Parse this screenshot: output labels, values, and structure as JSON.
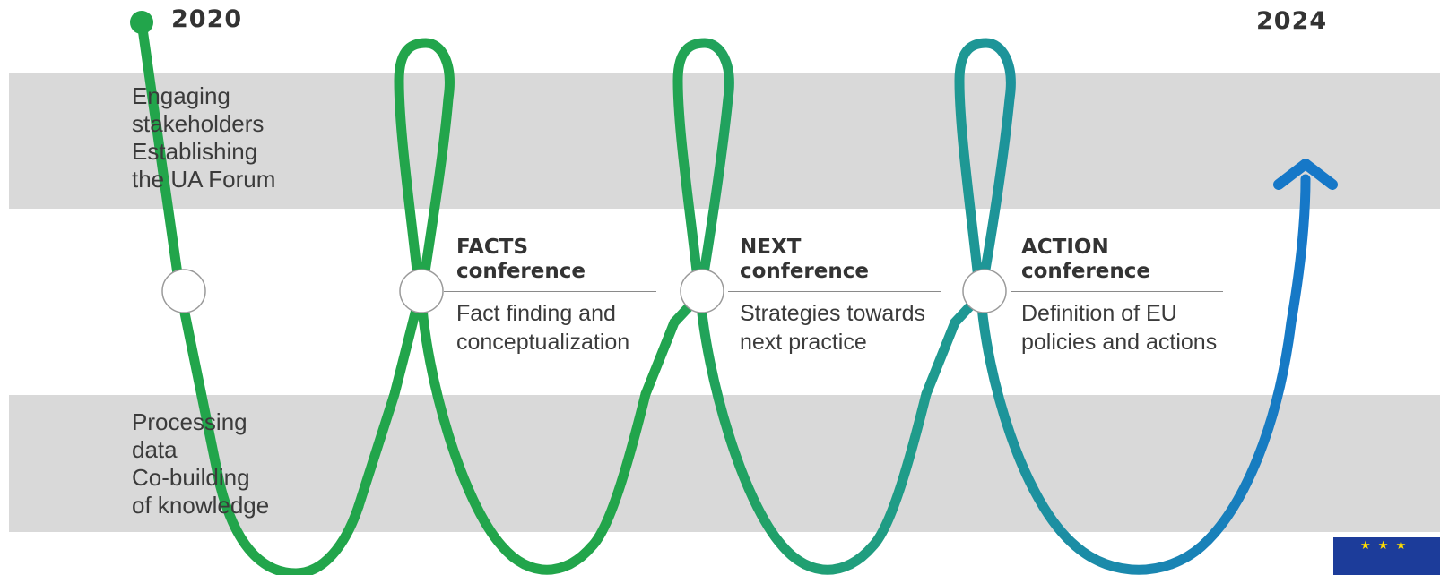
{
  "timeline": {
    "start_year": "2020",
    "end_year": "2024"
  },
  "bands": {
    "top": {
      "lines": [
        "Engaging",
        "stakeholders",
        "Establishing",
        "the UA Forum"
      ]
    },
    "bottom": {
      "lines": [
        "Processing",
        "data",
        "Co-building",
        "of knowledge"
      ]
    }
  },
  "conferences": [
    {
      "title_lines": [
        "FACTS",
        "conference"
      ],
      "desc_lines": [
        "Fact finding and",
        "conceptualization"
      ]
    },
    {
      "title_lines": [
        "NEXT",
        "conference"
      ],
      "desc_lines": [
        "Strategies towards",
        "next practice"
      ]
    },
    {
      "title_lines": [
        "ACTION",
        "conference"
      ],
      "desc_lines": [
        "Definition of EU",
        "policies and actions"
      ]
    }
  ],
  "colors": {
    "green": "#22a54b",
    "teal": "#1f9b8e",
    "blue": "#1678c8",
    "band": "#d9d9d9",
    "eu_blue": "#1c3c9a",
    "eu_star": "#ffdd00"
  },
  "logo": {
    "name": "eu-flag-logo",
    "stars": "★ ★ ★"
  }
}
